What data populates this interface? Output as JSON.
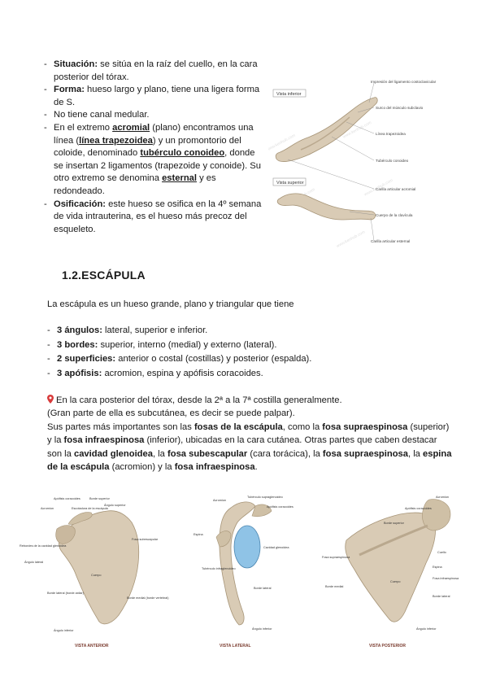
{
  "clavicle": {
    "items": [
      {
        "label": "Situación:",
        "text": " se sitúa en la raíz del cuello, en la cara posterior del tórax."
      },
      {
        "label": "Forma:",
        "text": " hueso largo y plano, tiene una ligera forma de S."
      },
      {
        "text": "No tiene canal medular."
      },
      {
        "t1": "En el extremo ",
        "u1": "acromial",
        "t2": " (plano) encontramos una línea (",
        "u2": "línea trapezoidea",
        "t3": ") y un promontorio del coloide, denominado ",
        "u3": "tubérculo conoideo",
        "t4": ", donde se insertan 2 ligamentos (trapezoide y conoide). Su otro extremo se denomina ",
        "u4": "esternal",
        "t5": " y es redondeado."
      },
      {
        "label": "Osificación:",
        "text": " este hueso se osifica en la 4º semana de vida intrauterina, es el hueso más precoz del esqueleto."
      }
    ],
    "figure": {
      "view_inferior": "Vista inferior",
      "view_superior": "Vista superior",
      "labels": [
        "Impresión del ligamento costoclavicular",
        "Surco del músculo subclavio",
        "Línea trapezoidea",
        "Tubérculo conoideo",
        "Carilla articular acromial",
        "Cuerpo de la clavícula",
        "Carilla articular esternal"
      ],
      "watermark": "www.kenhub.com"
    }
  },
  "scapula": {
    "title": "1.2.ESCÁPULA",
    "intro": "La escápula es un hueso grande, plano y triangular que tiene",
    "props": [
      {
        "label": "3 ángulos:",
        "text": " lateral, superior e inferior."
      },
      {
        "label": "3 bordes:",
        "text": " superior, interno (medial) y externo (lateral)."
      },
      {
        "label": "2 superficies:",
        "text": " anterior o costal (costillas) y posterior (espalda)."
      },
      {
        "label": "3 apófisis:",
        "text": " acromion, espina y apófisis coracoides."
      }
    ],
    "para": {
      "l1": "En la cara posterior del tórax, desde la 2ª a la 7ª costilla generalmente.",
      "l2": "(Gran parte de ella es subcutánea, es decir se puede palpar).",
      "t1": "Sus partes más importantes son las ",
      "b1": "fosas de la escápula",
      "t2": ", como la ",
      "b2": "fosa supraespinosa",
      "t3": " (superior) y la ",
      "b3": "fosa infraespinosa",
      "t4": " (inferior), ubicadas en la cara cutánea. Otras partes que caben destacar son la ",
      "b4": "cavidad glenoidea",
      "t5": ", la ",
      "b5": "fosa subescapular",
      "t6": " (cara torácica), la ",
      "b6": "fosa supraespinosa",
      "t7": ", la ",
      "b7": "espina de la escápula",
      "t8": " (acromion) y la ",
      "b8": "fosa infraespinosa",
      "t9": "."
    },
    "figures": {
      "anterior": {
        "caption": "VISTA ANTERIOR",
        "labels": [
          "Apófisis coracoides",
          "Borde superior",
          "Acromion",
          "Escotadura de la escápula",
          "Ángulo superior",
          "Rebordes de la cavidad glenoidea",
          "Ángulo lateral",
          "Fosa subescapular",
          "Cuerpo",
          "Borde lateral (borde axilar)",
          "Borde medial (borde vertebral)",
          "Ángulo inferior"
        ]
      },
      "lateral": {
        "caption": "VISTA LATERAL",
        "labels": [
          "Acromion",
          "Tubérculo supraglenoideo",
          "Apófisis coracoides",
          "Espina",
          "Cavidad glenoidea",
          "Tubérculo infraglenoideo",
          "Borde lateral",
          "Ángulo inferior"
        ]
      },
      "posterior": {
        "caption": "VISTA POSTERIOR",
        "labels": [
          "Acromion",
          "Apófisis coracoides",
          "Borde superior",
          "Fosa supraespinosa",
          "Cuello",
          "Espina",
          "Fosa infraespinosa",
          "Borde medial",
          "Cuerpo",
          "Borde lateral",
          "Ángulo inferior"
        ]
      }
    }
  },
  "colors": {
    "text": "#1a1a1a",
    "bone": "#d9cbb5",
    "bone_shade": "#b9a88e",
    "glenoid": "#8fc3e6",
    "caption": "#7a3b2e",
    "pin": "#d83a3a"
  }
}
